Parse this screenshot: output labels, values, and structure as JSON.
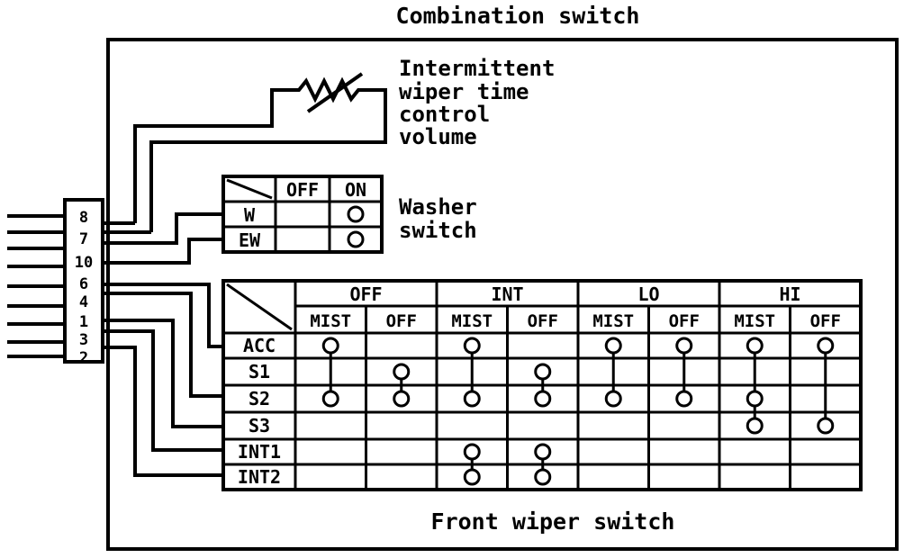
{
  "title": "Combination switch",
  "intermittent_label": [
    "Intermittent",
    "wiper time",
    "control",
    "volume"
  ],
  "washer_label": [
    "Washer",
    "switch"
  ],
  "front_wiper_label": "Front wiper switch",
  "connector_pins": [
    "8",
    "7",
    "10",
    "6",
    "4",
    "1",
    "3",
    "2"
  ],
  "washer_table": {
    "columns": [
      "OFF",
      "ON"
    ],
    "rows": [
      {
        "label": "W",
        "marks": [
          0,
          1
        ]
      },
      {
        "label": "EW",
        "marks": [
          0,
          1
        ]
      }
    ]
  },
  "wiper_table": {
    "groups": [
      "OFF",
      "INT",
      "LO",
      "HI"
    ],
    "subcolumns": [
      "MIST",
      "OFF",
      "MIST",
      "OFF",
      "MIST",
      "OFF",
      "MIST",
      "OFF"
    ],
    "rows": [
      {
        "label": "ACC",
        "marks": [
          1,
          0,
          1,
          0,
          1,
          1,
          1,
          1
        ]
      },
      {
        "label": "S1",
        "marks": [
          0,
          1,
          0,
          1,
          0,
          0,
          0,
          0
        ]
      },
      {
        "label": "S2",
        "marks": [
          1,
          1,
          1,
          1,
          1,
          1,
          1,
          0
        ]
      },
      {
        "label": "S3",
        "marks": [
          0,
          0,
          0,
          0,
          0,
          0,
          1,
          1
        ]
      },
      {
        "label": "INT1",
        "marks": [
          0,
          0,
          1,
          1,
          0,
          0,
          0,
          0
        ]
      },
      {
        "label": "INT2",
        "marks": [
          0,
          0,
          1,
          1,
          0,
          0,
          0,
          0
        ]
      }
    ],
    "connections": [
      [
        0,
        0,
        2
      ],
      [
        1,
        1,
        2
      ],
      [
        2,
        0,
        2
      ],
      [
        3,
        1,
        2
      ],
      [
        4,
        0,
        2
      ],
      [
        5,
        0,
        2
      ],
      [
        6,
        0,
        3
      ],
      [
        7,
        0,
        3
      ],
      [
        2,
        4,
        5
      ],
      [
        3,
        4,
        5
      ]
    ]
  }
}
